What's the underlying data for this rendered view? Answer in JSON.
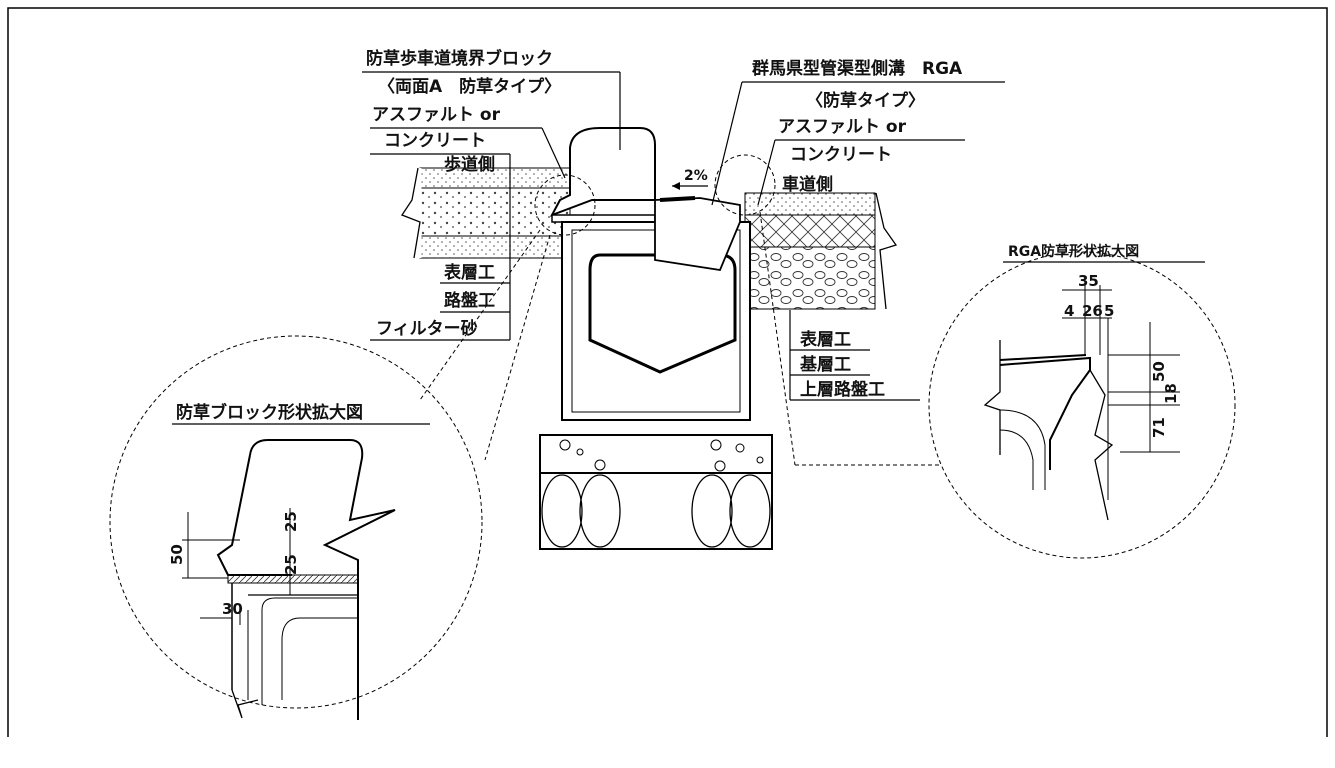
{
  "labels": {
    "block_title": "防草歩車道境界ブロック",
    "block_subtitle": "〈両面A　防草タイプ〉",
    "asphalt_left_1": "アスファルト or",
    "asphalt_left_2": "コンクリート",
    "sidewalk_side": "歩道側",
    "surface_left": "表層工",
    "roadbed_left": "路盤工",
    "filter_sand": "フィルター砂",
    "gutter_title": "群馬県型管渠型側溝　RGA",
    "gutter_subtitle": "〈防草タイプ〉",
    "asphalt_right_1": "アスファルト or",
    "asphalt_right_2": "コンクリート",
    "roadway_side": "車道側",
    "slope": "2%",
    "surface_right": "表層工",
    "base_right": "基層工",
    "upper_roadbed": "上層路盤工",
    "detail_left_title": "防草ブロック形状拡大図",
    "detail_right_title": "RGA防草形状拡大図"
  },
  "dims_left": {
    "d50": "50",
    "d25a": "25",
    "d25b": "25",
    "d30": "30"
  },
  "dims_right": {
    "d35": "35",
    "d4": "4",
    "d26": "26",
    "d5": "5",
    "d50": "50",
    "d18": "18",
    "d71": "71"
  }
}
